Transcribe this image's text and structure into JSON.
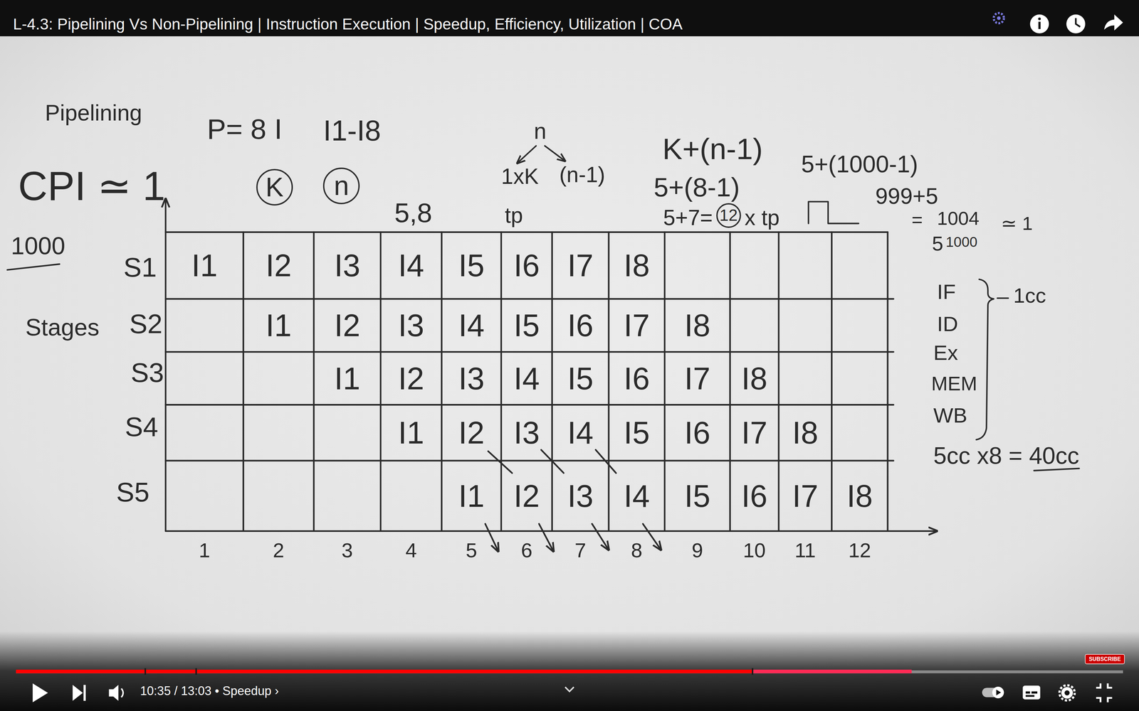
{
  "diagram": {
    "title": "L-4.3: Pipelining Vs Non-Pipelining | Instruction Execution | Speedup, Efficiency, Utilization | COA",
    "nodes": [
      {
        "text": [
          "K"
        ]
      },
      {
        "text": [
          "n"
        ]
      },
      {
        "text": [
          "12"
        ]
      }
    ],
    "labels": [
      "Pipelining",
      "CPI ≃ 1",
      "1000",
      "Stages",
      "P= 8 I",
      "I1-I8",
      "5,8",
      "n",
      "1xK",
      "(n-1)",
      "tp",
      "K+(n-1)",
      "5+(8-1)",
      "5+7=",
      "x tp",
      "5+(1000-1)",
      "999+5",
      "=",
      "1004",
      "5",
      "1000",
      "≃ 1",
      "IF",
      "ID",
      "Ex",
      "MEM",
      "WB",
      "1cc",
      "5cc x8 = 40cc",
      "10:35 / 13:03 • Speedup ›",
      "SUBSCRIBE",
      "S1",
      "S2",
      "S3",
      "S4",
      "S5",
      "1",
      "2",
      "3",
      "4",
      "5",
      "6",
      "7",
      "8",
      "9",
      "10",
      "11",
      "12",
      "I1",
      "I2",
      "I3",
      "I4",
      "I5",
      "I6",
      "I7",
      "I8",
      "I1",
      "I2",
      "I3",
      "I4",
      "I5",
      "I6",
      "I7",
      "I8",
      "I1",
      "I2",
      "I3",
      "I4",
      "I5",
      "I6",
      "I7",
      "I8",
      "I1",
      "I2",
      "I3",
      "I4",
      "I5",
      "I6",
      "I7",
      "I8",
      "I1",
      "I2",
      "I3",
      "I4",
      "I5",
      "I6",
      "I7",
      "I8"
    ]
  }
}
